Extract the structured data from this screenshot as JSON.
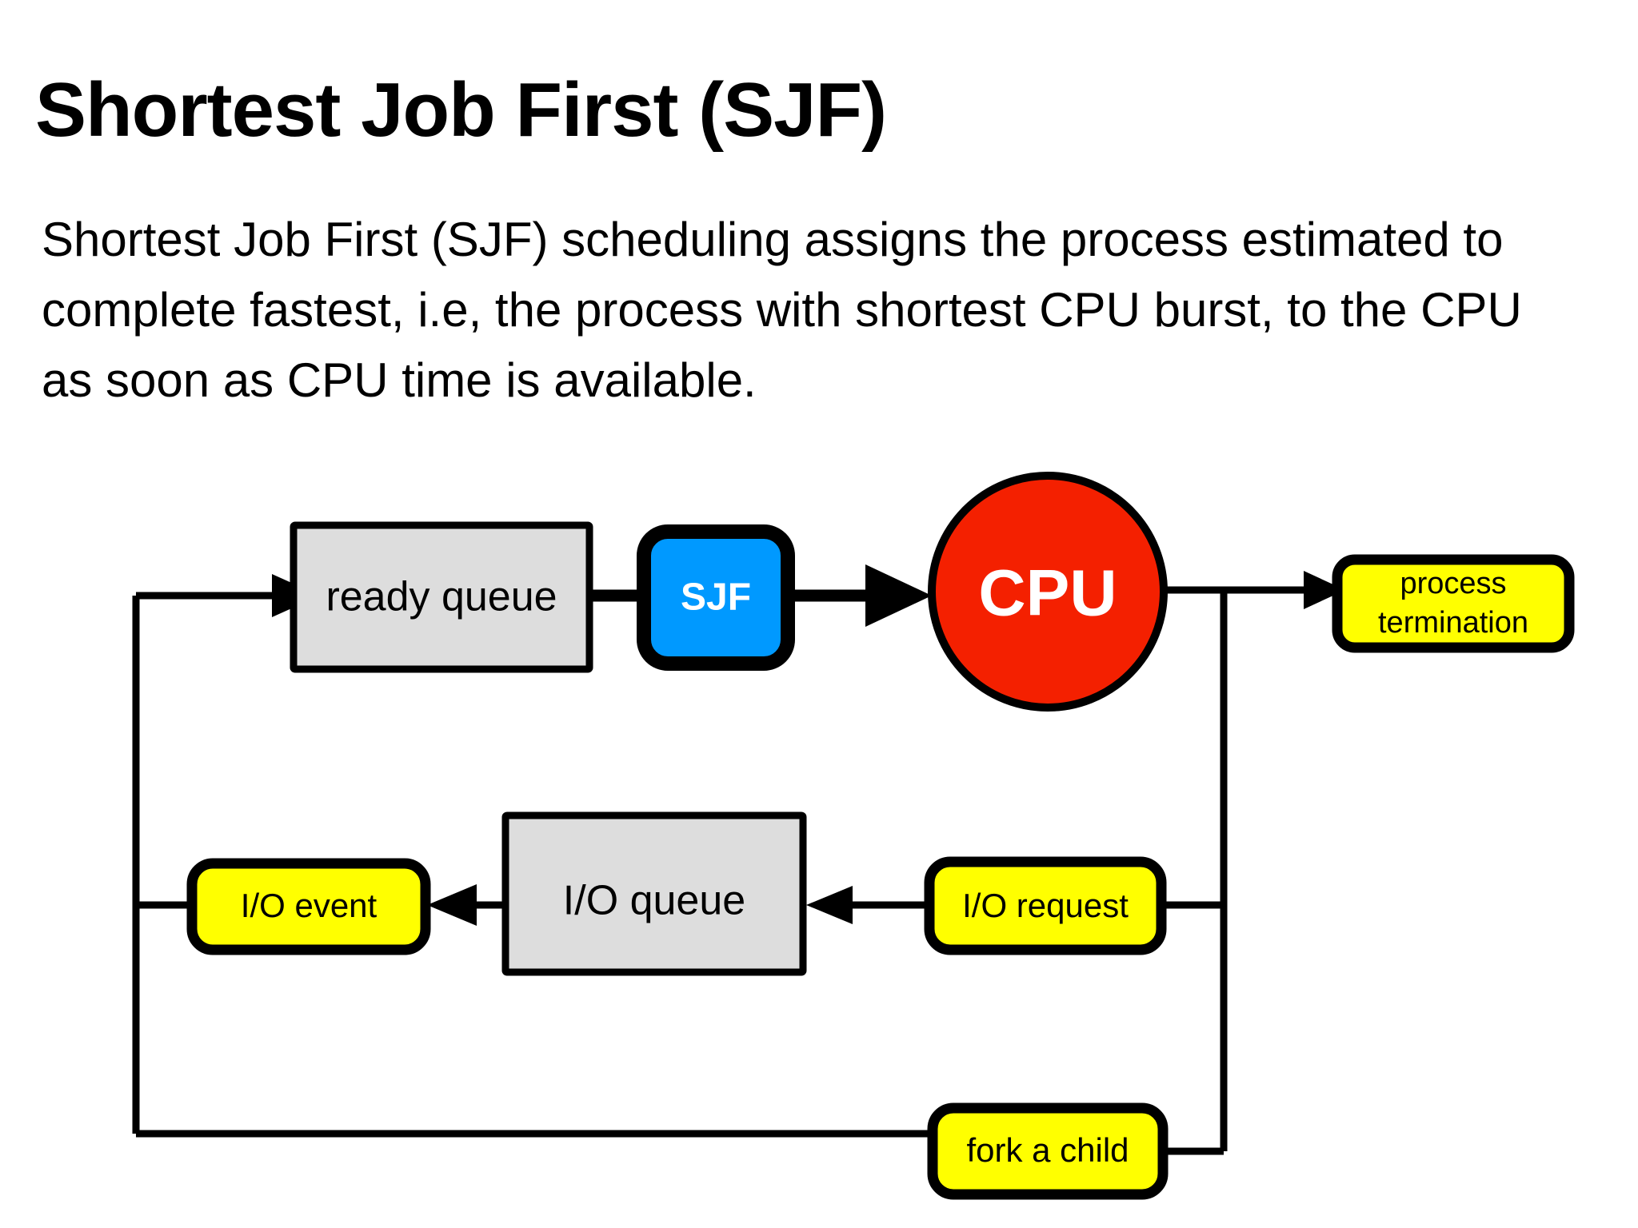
{
  "slide": {
    "title": "Shortest Job First (SJF)",
    "body": "Shortest Job First (SJF) scheduling assigns the process estimated to complete fastest, i.e, the process with shortest CPU burst, to the CPU as soon as CPU time is available."
  },
  "colors": {
    "background": "#ffffff",
    "text": "#000000",
    "queue_fill": "#dddddd",
    "queue_stroke": "#000000",
    "sjf_fill": "#0099ff",
    "sjf_text": "#ffffff",
    "cpu_fill": "#f42000",
    "cpu_text": "#ffffff",
    "event_fill": "#ffff00",
    "event_stroke": "#000000",
    "connector": "#000000"
  },
  "diagram": {
    "name": "sjf-scheduling-flow-diagram",
    "nodes": [
      {
        "id": "ready-queue",
        "label": "ready queue",
        "shape": "rect",
        "fill": "#dddddd"
      },
      {
        "id": "sjf",
        "label": "SJF",
        "shape": "rounded-rect",
        "fill": "#0099ff"
      },
      {
        "id": "cpu",
        "label": "CPU",
        "shape": "circle",
        "fill": "#f42000"
      },
      {
        "id": "process-termination",
        "label_line1": "process",
        "label_line2": "termination",
        "shape": "rounded-rect",
        "fill": "#ffff00"
      },
      {
        "id": "io-request",
        "label": "I/O request",
        "shape": "rounded-rect",
        "fill": "#ffff00"
      },
      {
        "id": "io-queue",
        "label": "I/O queue",
        "shape": "rect",
        "fill": "#dddddd"
      },
      {
        "id": "io-event",
        "label": "I/O event",
        "shape": "rounded-rect",
        "fill": "#ffff00"
      },
      {
        "id": "fork-a-child",
        "label": "fork a child",
        "shape": "rounded-rect",
        "fill": "#ffff00"
      }
    ],
    "edges": [
      {
        "from": "left-return-bus",
        "to": "ready-queue",
        "direction": "right"
      },
      {
        "from": "ready-queue",
        "to": "sjf",
        "direction": "right"
      },
      {
        "from": "sjf",
        "to": "cpu",
        "direction": "right"
      },
      {
        "from": "cpu",
        "to": "process-termination",
        "direction": "right"
      },
      {
        "from": "cpu-bus",
        "to": "io-request",
        "direction": "left"
      },
      {
        "from": "io-request",
        "to": "io-queue",
        "direction": "left"
      },
      {
        "from": "io-queue",
        "to": "io-event",
        "direction": "left"
      },
      {
        "from": "io-event",
        "to": "left-return-bus",
        "direction": "left"
      },
      {
        "from": "cpu-bus",
        "to": "fork-a-child",
        "direction": "left"
      },
      {
        "from": "fork-a-child",
        "to": "left-return-bus",
        "direction": "left"
      }
    ]
  }
}
